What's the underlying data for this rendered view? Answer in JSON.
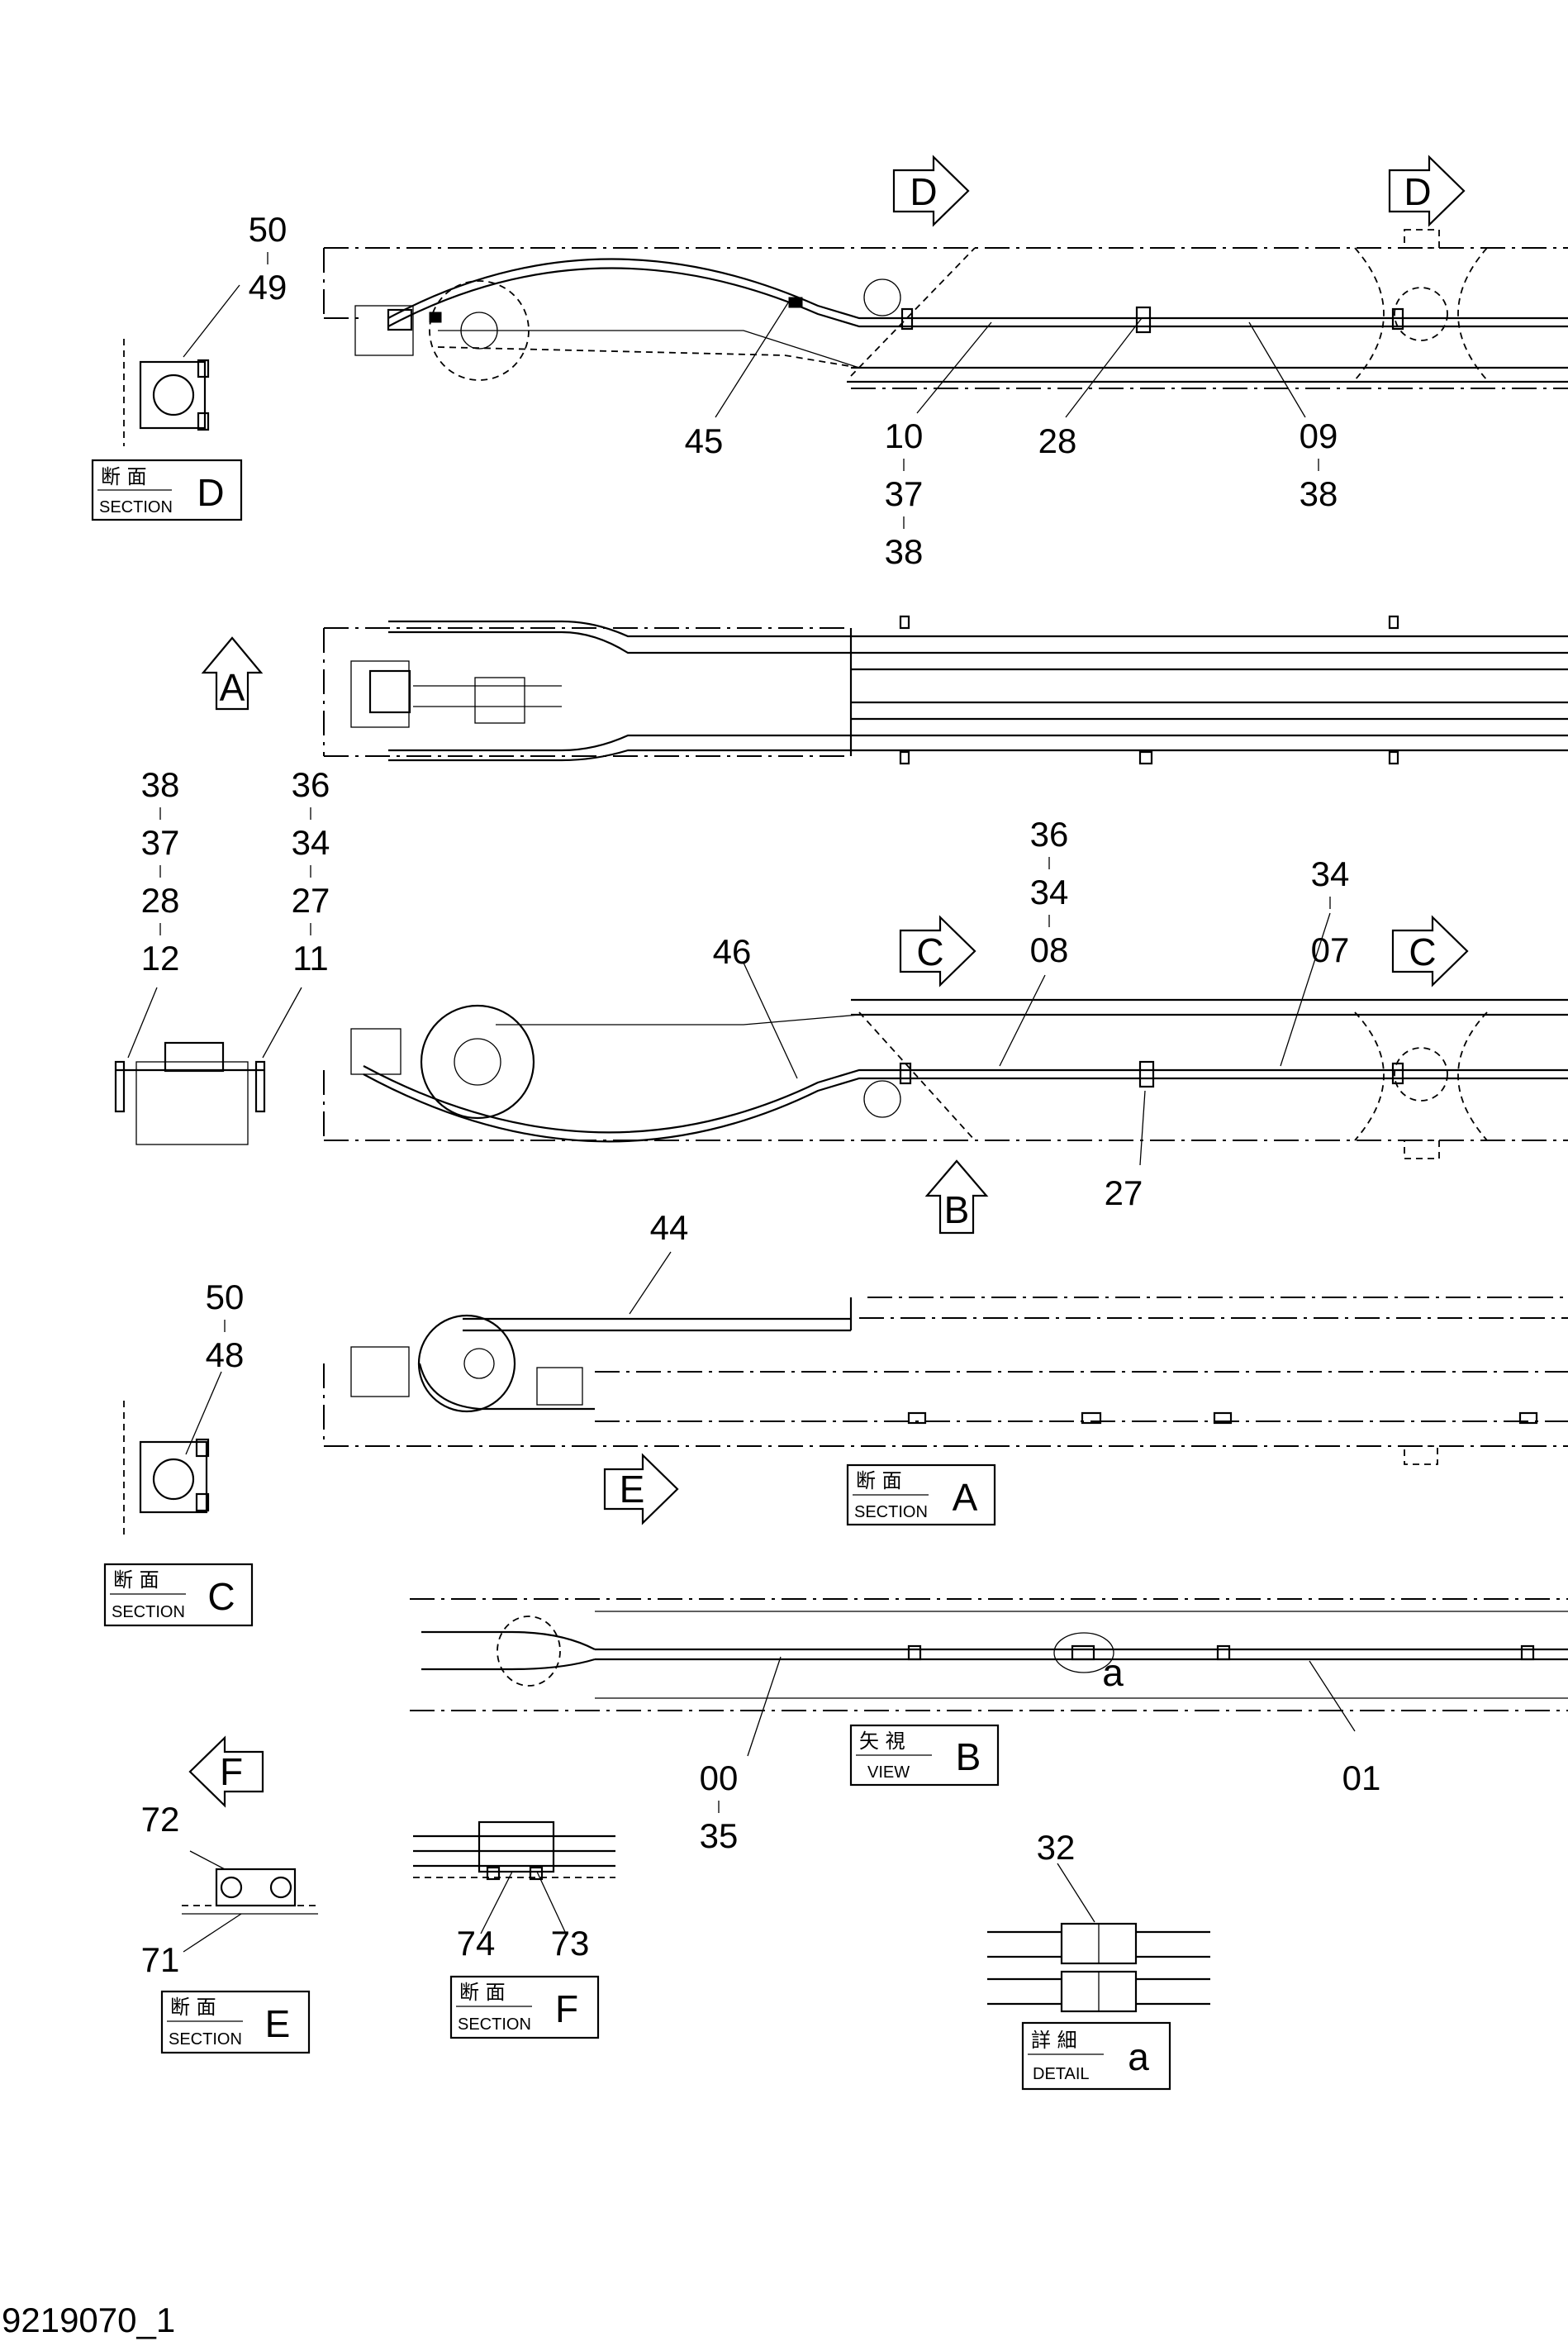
{
  "drawing_id": "9219070_1",
  "section_labels": [
    {
      "jp": "断 面",
      "en": "SECTION",
      "letter": "D"
    },
    {
      "jp": "断 面",
      "en": "SECTION",
      "letter": "A"
    },
    {
      "jp": "断 面",
      "en": "SECTION",
      "letter": "C"
    },
    {
      "jp": "矢 視",
      "en": "VIEW",
      "letter": "B"
    },
    {
      "jp": "断 面",
      "en": "SECTION",
      "letter": "E"
    },
    {
      "jp": "断 面",
      "en": "SECTION",
      "letter": "F"
    },
    {
      "jp": "詳 細",
      "en": "DETAIL",
      "letter": "a"
    }
  ],
  "view_arrows": [
    "D",
    "D",
    "A",
    "C",
    "C",
    "B",
    "E",
    "F"
  ],
  "detail_mark": "a",
  "part_callouts": [
    {
      "label": "50 | 49",
      "numbers": [
        "50",
        "49"
      ]
    },
    {
      "label": "45",
      "numbers": [
        "45"
      ]
    },
    {
      "label": "10 | 37 | 38",
      "numbers": [
        "10",
        "37",
        "38"
      ]
    },
    {
      "label": "28",
      "numbers": [
        "28"
      ]
    },
    {
      "label": "09 | 38",
      "numbers": [
        "09",
        "38"
      ]
    },
    {
      "label": "38 | 37 | 28 | 12",
      "numbers": [
        "38",
        "37",
        "28",
        "12"
      ]
    },
    {
      "label": "36 | 34 | 27 | 11",
      "numbers": [
        "36",
        "34",
        "27",
        "11"
      ]
    },
    {
      "label": "36 | 34 | 08",
      "numbers": [
        "36",
        "34",
        "08"
      ]
    },
    {
      "label": "34 | 07",
      "numbers": [
        "34",
        "07"
      ]
    },
    {
      "label": "46",
      "numbers": [
        "46"
      ]
    },
    {
      "label": "27",
      "numbers": [
        "27"
      ]
    },
    {
      "label": "44",
      "numbers": [
        "44"
      ]
    },
    {
      "label": "50 | 48",
      "numbers": [
        "50",
        "48"
      ]
    },
    {
      "label": "00 | 35",
      "numbers": [
        "00",
        "35"
      ]
    },
    {
      "label": "01",
      "numbers": [
        "01"
      ]
    },
    {
      "label": "72",
      "numbers": [
        "72"
      ]
    },
    {
      "label": "71",
      "numbers": [
        "71"
      ]
    },
    {
      "label": "74",
      "numbers": [
        "74"
      ]
    },
    {
      "label": "73",
      "numbers": [
        "73"
      ]
    },
    {
      "label": "32",
      "numbers": [
        "32"
      ]
    }
  ]
}
